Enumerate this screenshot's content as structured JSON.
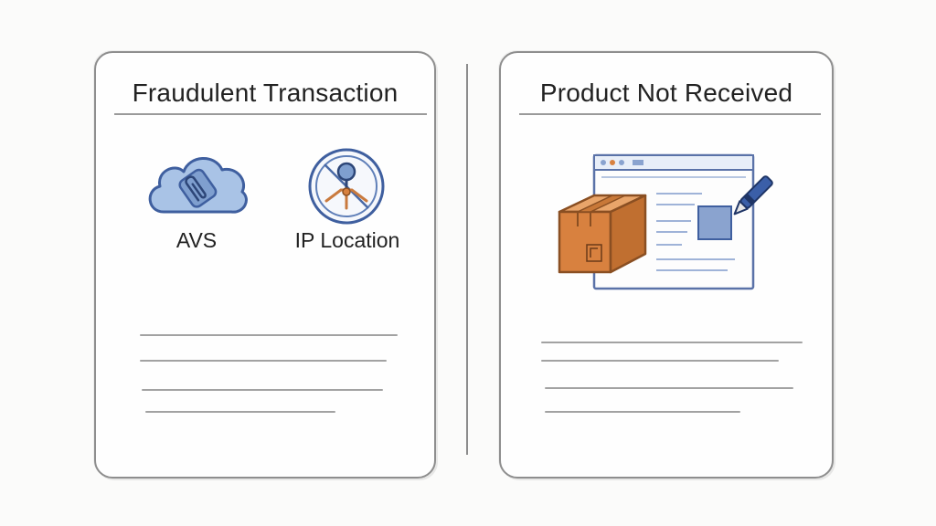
{
  "cards": [
    {
      "title": "Fraudulent Transaction",
      "items": [
        {
          "label": "AVS",
          "icon": "cloud-paperclip-icon"
        },
        {
          "label": "IP Location",
          "icon": "globe-pin-icon"
        }
      ]
    },
    {
      "title": "Product Not Received",
      "illustration": {
        "icons": [
          "browser-window-icon",
          "package-box-icon",
          "pen-icon"
        ]
      }
    }
  ],
  "colors": {
    "accent_blue": "#4a72b8",
    "light_blue": "#a9c3e6",
    "box_orange": "#d8813f",
    "outline": "#8e8e8e"
  }
}
